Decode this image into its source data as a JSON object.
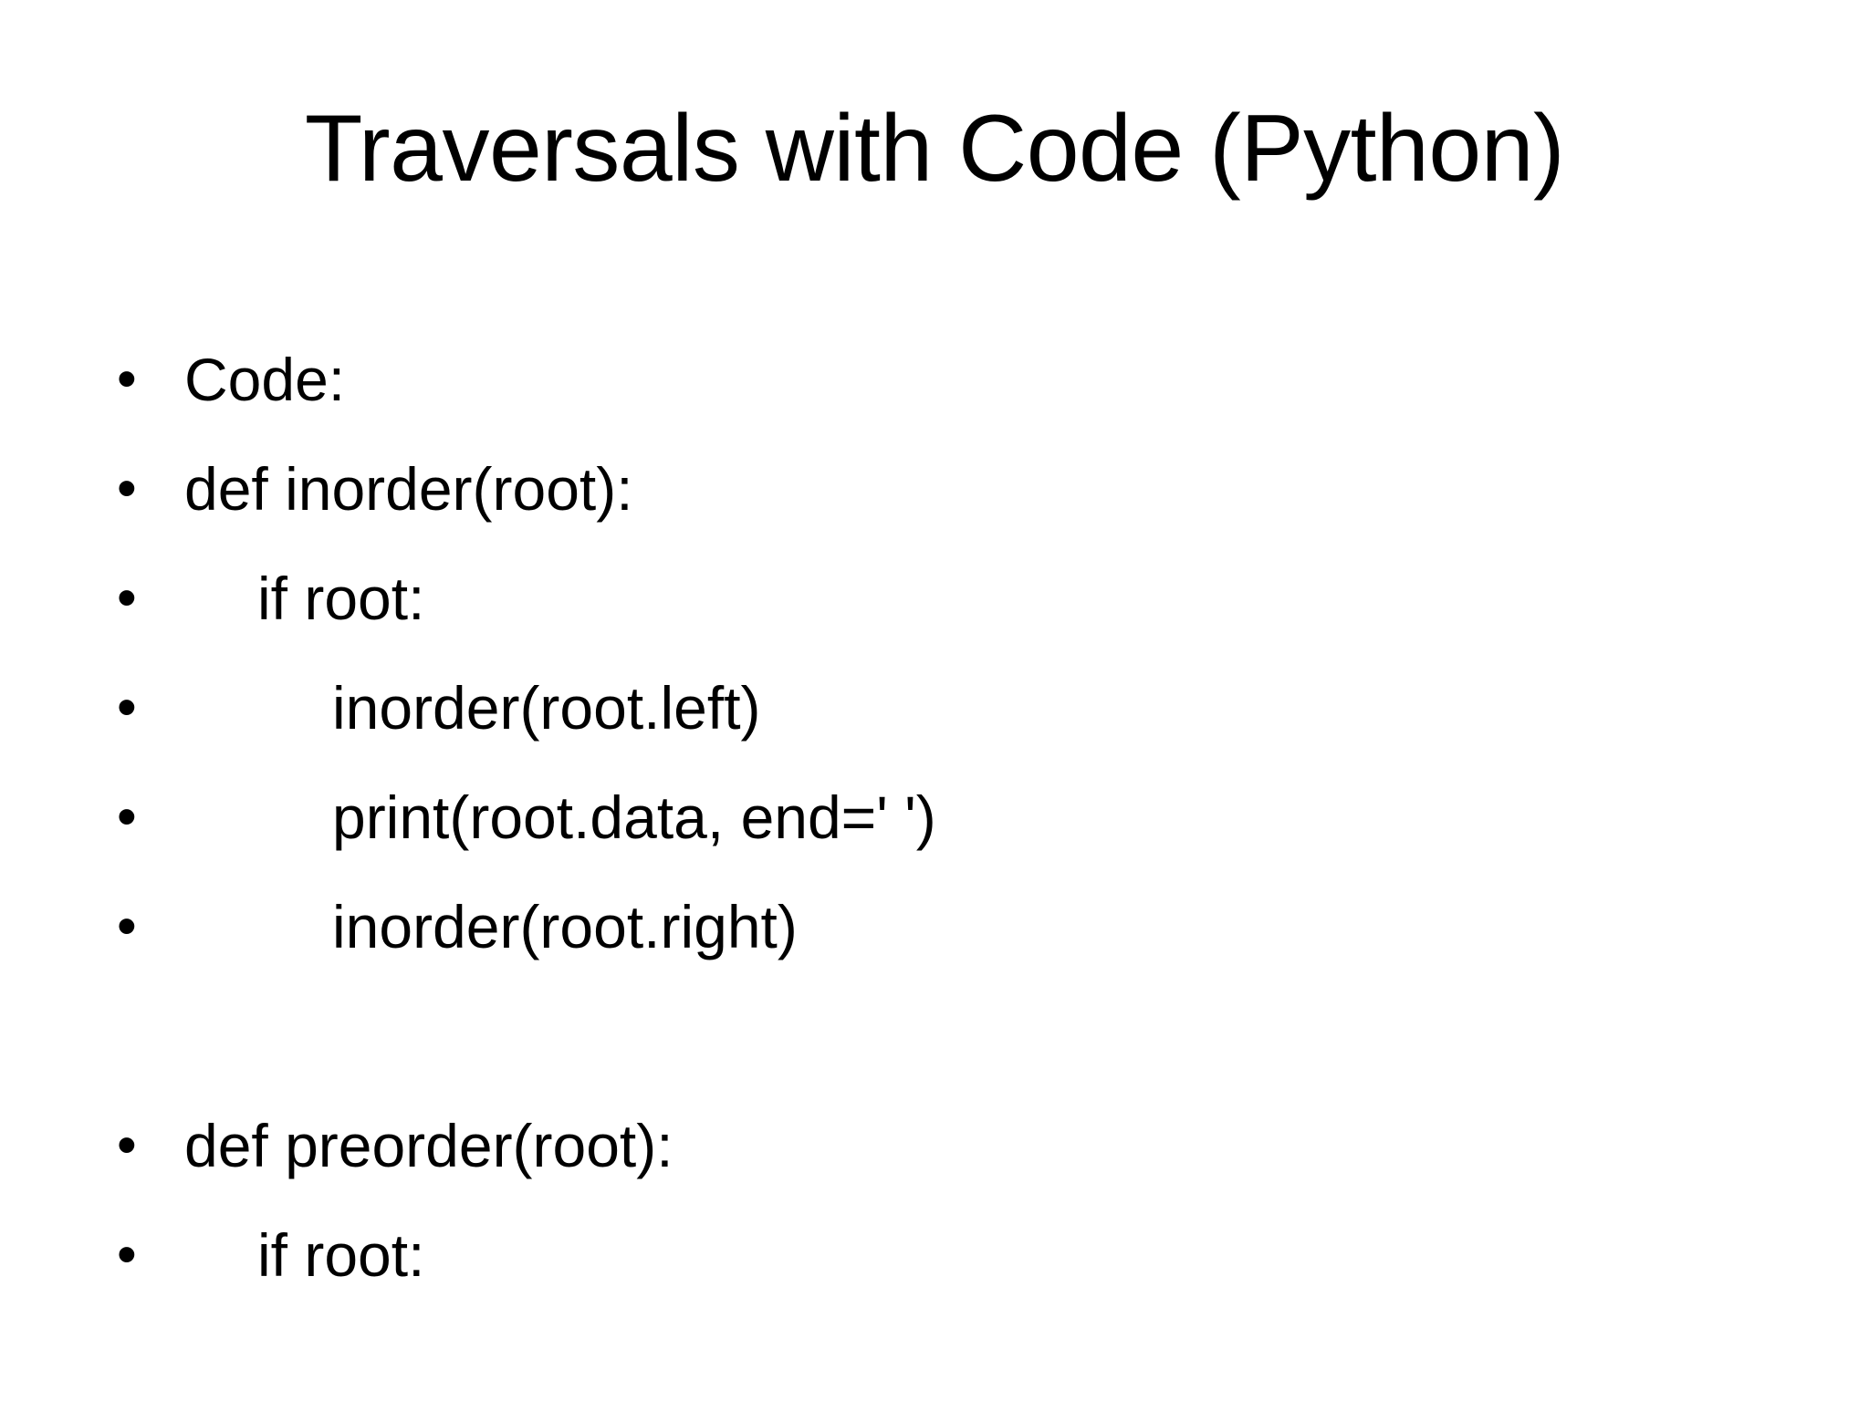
{
  "slide": {
    "title": "Traversals with Code (Python)",
    "background_color": "#ffffff",
    "text_color": "#000000",
    "bullet_glyph": "•",
    "body": [
      {
        "bullet": "•",
        "text": "Code:",
        "indent": 0,
        "blank": false
      },
      {
        "bullet": "•",
        "text": "def inorder(root):",
        "indent": 0,
        "blank": false
      },
      {
        "bullet": "•",
        "text": "if root:",
        "indent": 1,
        "blank": false
      },
      {
        "bullet": "•",
        "text": "inorder(root.left)",
        "indent": 2,
        "blank": false
      },
      {
        "bullet": "•",
        "text": "print(root.data, end=' ')",
        "indent": 2,
        "blank": false
      },
      {
        "bullet": "•",
        "text": "inorder(root.right)",
        "indent": 2,
        "blank": false
      },
      {
        "bullet": "",
        "text": "",
        "indent": 0,
        "blank": true
      },
      {
        "bullet": "•",
        "text": "def preorder(root):",
        "indent": 0,
        "blank": false
      },
      {
        "bullet": "•",
        "text": "if root:",
        "indent": 1,
        "blank": false
      }
    ]
  }
}
